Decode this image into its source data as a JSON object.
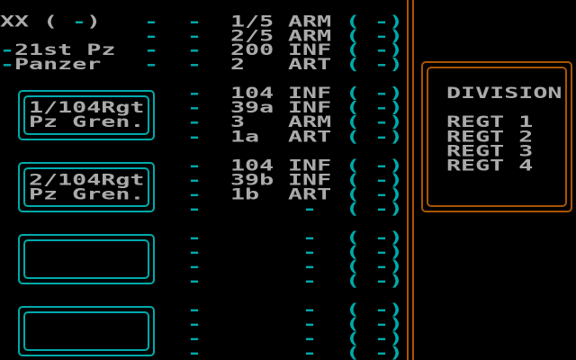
{
  "division": {
    "symbol": "XX",
    "paren_open": "(",
    "status": "-",
    "paren_close": ")",
    "name_line1": "21st Pz",
    "name_line2": "Panzer",
    "name_prefix": "-",
    "rows": [
      {
        "a": "-",
        "b": "-",
        "unit": "1/5",
        "type": "ARM",
        "open": "(",
        "val": "-",
        "close": ")"
      },
      {
        "a": "-",
        "b": "-",
        "unit": "2/5",
        "type": "ARM",
        "open": "(",
        "val": "-",
        "close": ")"
      },
      {
        "a": "-",
        "b": "-",
        "unit": "200",
        "type": "INF",
        "open": "(",
        "val": "-",
        "close": ")"
      },
      {
        "a": "-",
        "b": "-",
        "unit": "2",
        "type": "ART",
        "open": "(",
        "val": "-",
        "close": ")"
      }
    ]
  },
  "regiments": [
    {
      "line1": "1/104Rgt",
      "line2": "Pz Gren.",
      "rows": [
        {
          "b": "-",
          "unit": "104",
          "type": "INF",
          "open": "(",
          "val": "-",
          "close": ")"
        },
        {
          "b": "-",
          "unit": "39a",
          "type": "INF",
          "open": "(",
          "val": "-",
          "close": ")"
        },
        {
          "b": "-",
          "unit": "3",
          "type": "ARM",
          "open": "(",
          "val": "-",
          "close": ")"
        },
        {
          "b": "-",
          "unit": "1a",
          "type": "ART",
          "open": "(",
          "val": "-",
          "close": ")"
        }
      ]
    },
    {
      "line1": "2/104Rgt",
      "line2": "Pz Gren.",
      "rows": [
        {
          "b": "-",
          "unit": "104",
          "type": "INF",
          "open": "(",
          "val": "-",
          "close": ")"
        },
        {
          "b": "-",
          "unit": "39b",
          "type": "INF",
          "open": "(",
          "val": "-",
          "close": ")"
        },
        {
          "b": "-",
          "unit": "1b",
          "type": "ART",
          "open": "(",
          "val": "-",
          "close": ")"
        },
        {
          "b": "-",
          "empty": "-",
          "open": "(",
          "val": "-",
          "close": ")"
        }
      ]
    },
    {
      "line1": "",
      "line2": "",
      "rows": [
        {
          "b": "-",
          "empty": "-",
          "open": "(",
          "val": "-",
          "close": ")"
        },
        {
          "b": "-",
          "empty": "-",
          "open": "(",
          "val": "-",
          "close": ")"
        },
        {
          "b": "-",
          "empty": "-",
          "open": "(",
          "val": "-",
          "close": ")"
        },
        {
          "b": "-",
          "empty": "-",
          "open": "(",
          "val": "-",
          "close": ")"
        }
      ]
    },
    {
      "line1": "",
      "line2": "",
      "rows": [
        {
          "b": "-",
          "empty": "-",
          "open": "(",
          "val": "-",
          "close": ")"
        },
        {
          "b": "-",
          "empty": "-",
          "open": "(",
          "val": "-",
          "close": ")"
        },
        {
          "b": "-",
          "empty": "-",
          "open": "(",
          "val": "-",
          "close": ")"
        },
        {
          "b": "-",
          "empty": "-",
          "open": "(",
          "val": "-",
          "close": ")"
        }
      ]
    }
  ],
  "menu": {
    "title": "DIVISION",
    "items": [
      "REGT 1",
      "REGT 2",
      "REGT 3",
      "REGT 4"
    ]
  },
  "colors": {
    "text": "#aaaaaa",
    "accent": "#00aaaa",
    "frame": "#aa5500",
    "background": "#000000"
  }
}
